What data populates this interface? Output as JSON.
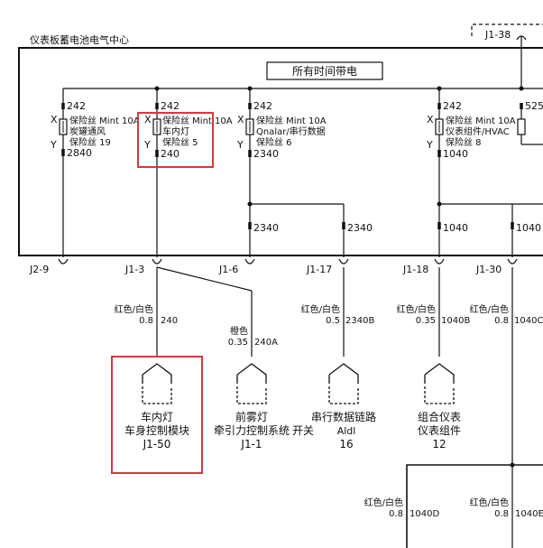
{
  "module": {
    "title": "仪表板蓄电池电气中心",
    "top_connector": "J1-38",
    "bus_label": "所有时间带电"
  },
  "fuses": [
    {
      "wire_in": "242",
      "name": "保险丝 Mint 10A",
      "desc": "炭罐通风",
      "number": "保险丝 19",
      "wire_out": "2840"
    },
    {
      "wire_in": "242",
      "name": "保险丝 Mint 10A",
      "desc": "车内灯",
      "number": "保险丝 5",
      "wire_out": "240"
    },
    {
      "wire_in": "242",
      "name": "保险丝 Mint 10A",
      "desc": "Qnalar/串行数据",
      "number": "保险丝 6",
      "wire_out": "2340"
    },
    {
      "wire_in": "242",
      "name": "保险丝 Mint 10A",
      "desc": "仪表组件/HVAC",
      "number": "保险丝 8",
      "wire_out": "1040"
    },
    {
      "wire_in": "525"
    }
  ],
  "branch_wires": [
    "2340",
    "2340",
    "1040",
    "1040"
  ],
  "connectors": [
    "J2-9",
    "J1-3",
    "J1-6",
    "J1-17",
    "J1-18",
    "J1-30"
  ],
  "wires": [
    {
      "color": "红色/白色",
      "gauge": "0.8",
      "circuit": "240"
    },
    {
      "color": "橙色",
      "gauge": "0.35",
      "circuit": "240A"
    },
    {
      "color": "红色/白色",
      "gauge": "0.5",
      "circuit": "2340B"
    },
    {
      "color": "红色/白色",
      "gauge": "0.35",
      "circuit": "1040B"
    },
    {
      "color": "红色/白色",
      "gauge": "0.8",
      "circuit": "1040C"
    },
    {
      "color": "红色/白色",
      "gauge": "0.8",
      "circuit": "1040D"
    },
    {
      "color": "红色/白色",
      "gauge": "0.8",
      "circuit": "1040E"
    }
  ],
  "components": [
    {
      "line1": "车内灯",
      "line2": "车身控制模块",
      "line3": "J1-50"
    },
    {
      "line1": "前雾灯",
      "line2": "牵引力控制系统",
      "line3": "J1-1"
    },
    {
      "line1": "串行数据链路",
      "line2": "开关",
      "line2b": "Aldl",
      "line3": "16"
    },
    {
      "line1": "组合仪表",
      "line2": "仪表组件",
      "line3": "12"
    }
  ],
  "x_label": "X",
  "y_label": "Y",
  "colors": {
    "line": "#111111",
    "highlight": "#d9363e",
    "background": "#ffffff"
  }
}
